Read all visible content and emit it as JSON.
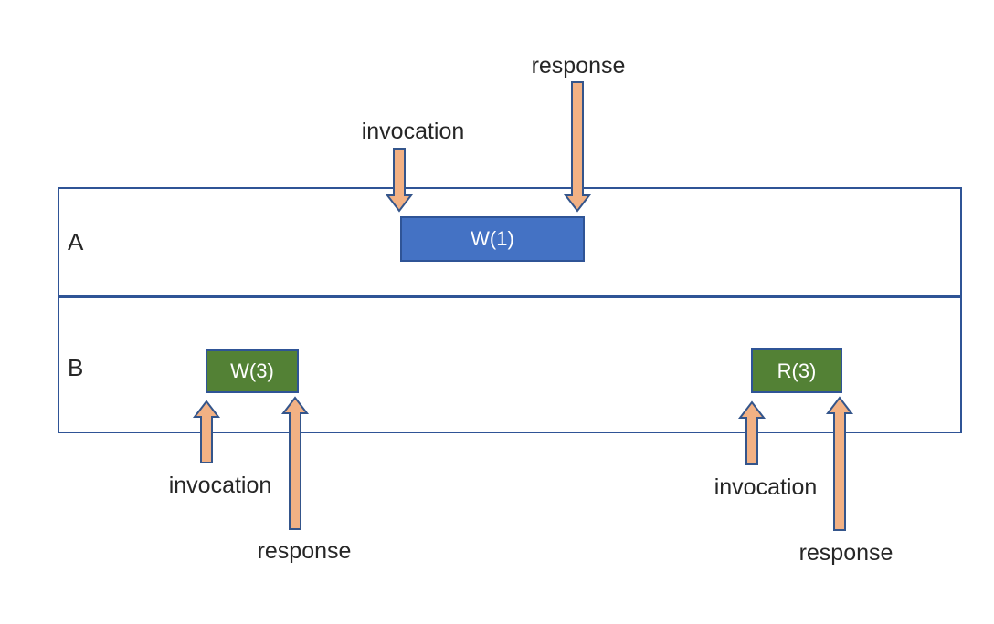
{
  "diagram": {
    "lanes": [
      {
        "label": "A"
      },
      {
        "label": "B"
      }
    ],
    "operations": {
      "w1": {
        "label": "W(1)"
      },
      "w3": {
        "label": "W(3)"
      },
      "r3": {
        "label": "R(3)"
      }
    },
    "annotations": {
      "invocation_top": "invocation",
      "response_top": "response",
      "invocation_b_left": "invocation",
      "response_b_left": "response",
      "invocation_b_right": "invocation",
      "response_b_right": "response"
    },
    "colors": {
      "lane_border": "#2F5496",
      "write_a_fill": "#4472C4",
      "write_b_fill": "#538135",
      "arrow_fill": "#F2B184",
      "arrow_stroke": "#34558B",
      "text": "#262626",
      "op_text": "#FFFFFF"
    }
  }
}
